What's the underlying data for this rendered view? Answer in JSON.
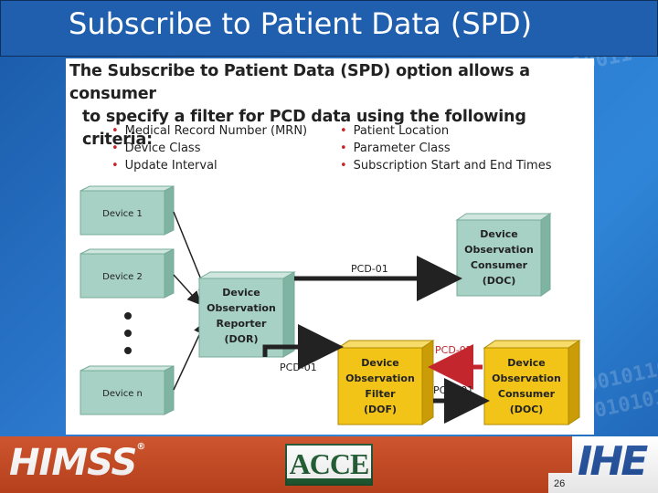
{
  "slide": {
    "title": "Subscribe to Patient Data (SPD)",
    "page_number": "26"
  },
  "panel": {
    "intro_line1": "The Subscribe to Patient Data (SPD) option allows a consumer",
    "intro_line2": "to specify a filter for PCD data using the following criteria:",
    "criteria_left": [
      "Medical Record Number (MRN)",
      "Device Class",
      "Update Interval"
    ],
    "criteria_right": [
      "Patient Location",
      "Parameter Class",
      "Subscription Start and End Times"
    ]
  },
  "diagram": {
    "devices": [
      "Device 1",
      "Device 2",
      "Device n"
    ],
    "dor": [
      "Device",
      "Observation",
      "Reporter",
      "(DOR)"
    ],
    "doc_top": [
      "Device",
      "Observation",
      "Consumer",
      "(DOC)"
    ],
    "dof": [
      "Device",
      "Observation",
      "Filter",
      "(DOF)"
    ],
    "doc_bottom": [
      "Device",
      "Observation",
      "Consumer",
      "(DOC)"
    ],
    "arrow_dor_doc": "PCD-01",
    "arrow_dor_dof": "PCD-01",
    "arrow_doc_dof": "PCD-02",
    "arrow_dof_doc": "PCD -01"
  },
  "logos": {
    "himss": "HIMSS",
    "acce": "ACCE",
    "ihe": "IHE"
  },
  "colors": {
    "background": "#2d7bd0",
    "title_bar": "#1f5fae",
    "device_box": "#a6d1c4",
    "highlight_box": "#f2c418",
    "pcd02_arrow": "#c4262e",
    "bottom_bar": "#c9471e"
  }
}
